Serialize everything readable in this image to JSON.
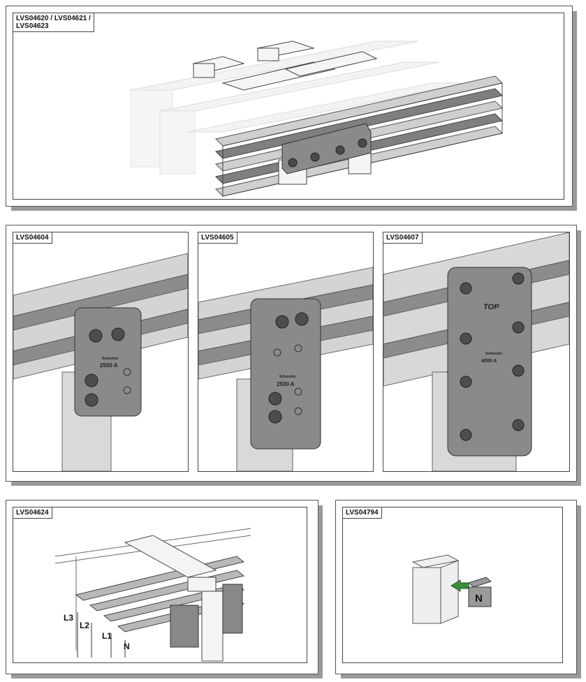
{
  "figures": {
    "top": {
      "code": "LVS04620 / LVS04621 /\nLVS04623"
    },
    "lvs04604": {
      "code": "LVS04604",
      "plate_text": "2500 A",
      "brand": "Schneider"
    },
    "lvs04605": {
      "code": "LVS04605",
      "plate_text": "2500 A",
      "brand": "Schneider"
    },
    "lvs04607": {
      "code": "LVS04607",
      "top_text": "TOP",
      "plate_text": "4000 A",
      "brand": "Schneider"
    },
    "lvs04624": {
      "code": "LVS04624",
      "phases": {
        "l3": "L3",
        "l2": "L2",
        "l1": "L1",
        "n": "N"
      }
    },
    "lvs04794": {
      "code": "LVS04794",
      "neutral_label": "N"
    }
  },
  "colors": {
    "busbar_light": "#d9d9d9",
    "busbar_dark": "#8c8c8c",
    "plate": "#8a8a8a",
    "arrow": "#3a8f3a"
  }
}
